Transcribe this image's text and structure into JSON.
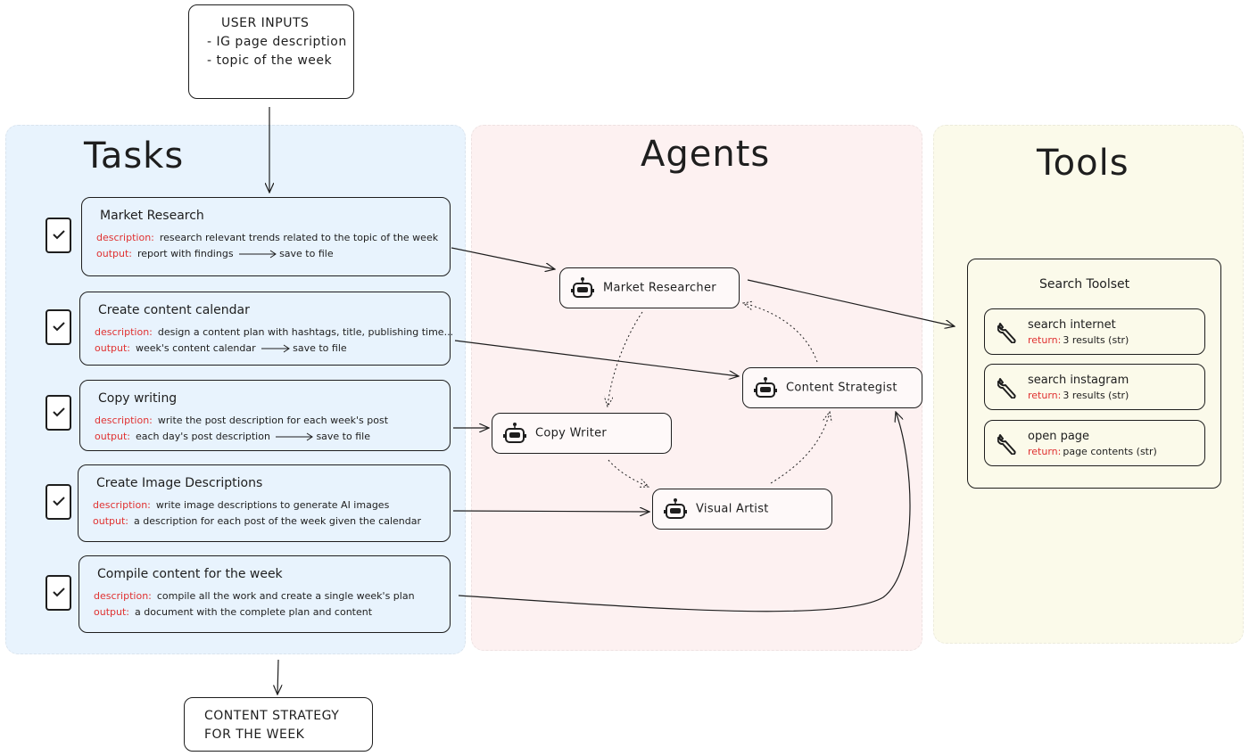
{
  "user_inputs": {
    "title": "USER INPUTS",
    "items": [
      "- IG page description",
      "- topic of the week"
    ]
  },
  "panels": {
    "tasks_title": "Tasks",
    "agents_title": "Agents",
    "tools_title": "Tools"
  },
  "colors": {
    "tasks_bg": "#e8f3fd",
    "agents_bg": "#fdf1f1",
    "tools_bg": "#fbfaea",
    "label_red": "#e03131",
    "stroke": "#1e1e1e"
  },
  "tasks": [
    {
      "title": "Market Research",
      "desc_label": "description:",
      "description": "research relevant trends related to the topic of the week",
      "out_label": "output:",
      "output": "report with findings",
      "save": "save to file"
    },
    {
      "title": "Create content calendar",
      "desc_label": "description:",
      "description": "design a content plan with hashtags, title, publishing time...",
      "out_label": "output:",
      "output": "week's content calendar",
      "save": "save to file"
    },
    {
      "title": "Copy writing",
      "desc_label": "description:",
      "description": "write the post description for each week's post",
      "out_label": "output:",
      "output": "each day's post description",
      "save": "save to file"
    },
    {
      "title": "Create Image Descriptions",
      "desc_label": "description:",
      "description": "write image descriptions to generate AI images",
      "out_label": "output:",
      "output": "a description for each post of the week given the calendar",
      "save": ""
    },
    {
      "title": "Compile content for the week",
      "desc_label": "description:",
      "description": "compile all the work and create a single week's plan",
      "out_label": "output:",
      "output": "a document with the complete plan and content",
      "save": ""
    }
  ],
  "agents": {
    "market_researcher": "Market Researcher",
    "content_strategist": "Content Strategist",
    "copy_writer": "Copy Writer",
    "visual_artist": "Visual Artist"
  },
  "toolset": {
    "title": "Search Toolset",
    "tools": [
      {
        "name": "search internet",
        "ret_label": "return:",
        "ret": "3 results (str)",
        "icon": "wrench-icon"
      },
      {
        "name": "search instagram",
        "ret_label": "return:",
        "ret": "3 results (str)",
        "icon": "wrench-icon"
      },
      {
        "name": "open page",
        "ret_label": "return:",
        "ret": "page contents (str)",
        "icon": "wrench-icon"
      }
    ]
  },
  "final_output": {
    "lines": [
      "CONTENT STRATEGY",
      "FOR THE WEEK"
    ]
  }
}
